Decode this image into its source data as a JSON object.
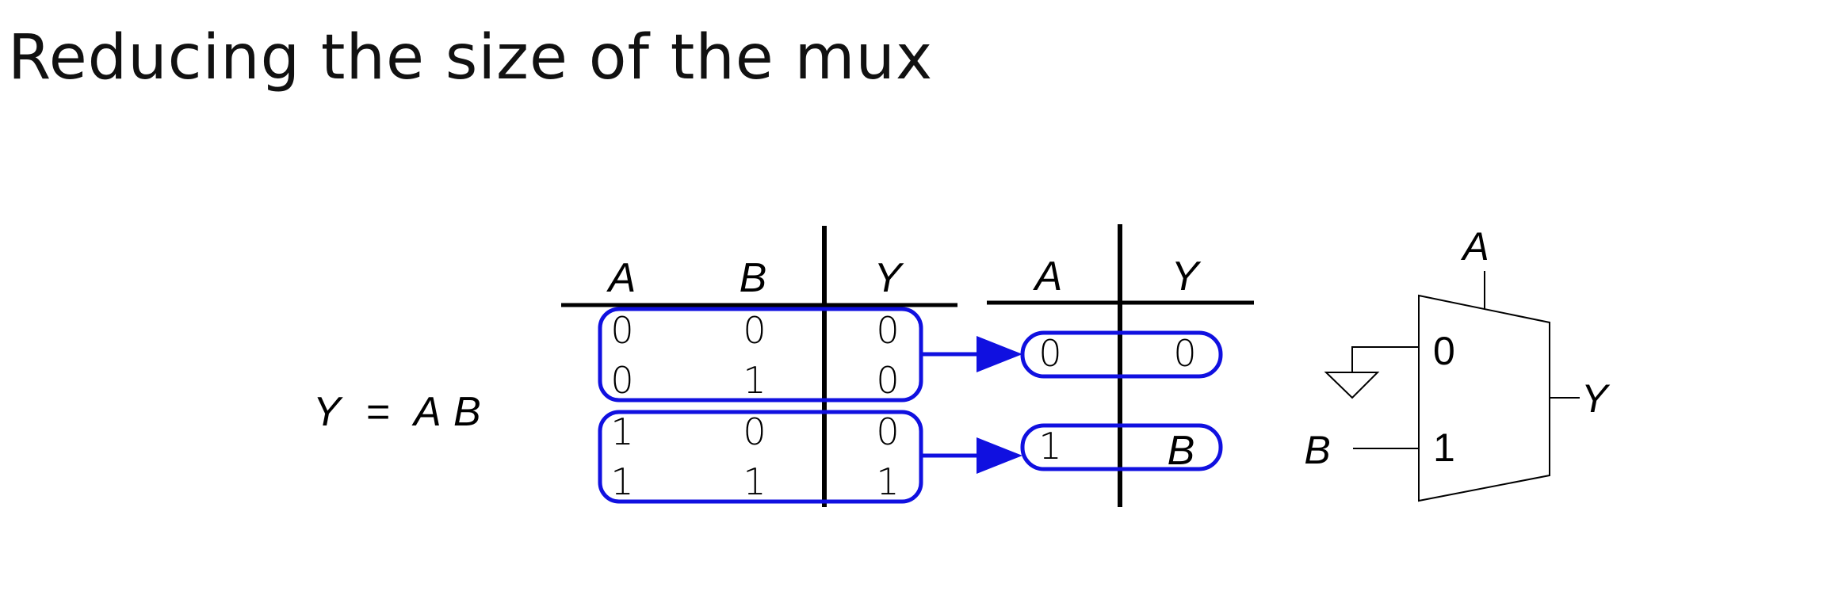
{
  "title": "Reducing the size of the mux",
  "equation": {
    "lhs": "Y",
    "eq": "=",
    "t1": "A",
    "t2": "B"
  },
  "truth_table": {
    "headers": [
      "A",
      "B",
      "Y"
    ],
    "rows": [
      [
        "0",
        "0",
        "0"
      ],
      [
        "0",
        "1",
        "0"
      ],
      [
        "1",
        "0",
        "0"
      ],
      [
        "1",
        "1",
        "1"
      ]
    ]
  },
  "reduced_table": {
    "headers": [
      "A",
      "Y"
    ],
    "rows": [
      [
        "0",
        "0"
      ],
      [
        "1",
        "B"
      ]
    ]
  },
  "mux": {
    "select": "A",
    "in0": "0",
    "in1": "1",
    "in_b": "B",
    "out": "Y"
  },
  "colors": {
    "highlight": "#1010e0",
    "line": "#000000"
  }
}
